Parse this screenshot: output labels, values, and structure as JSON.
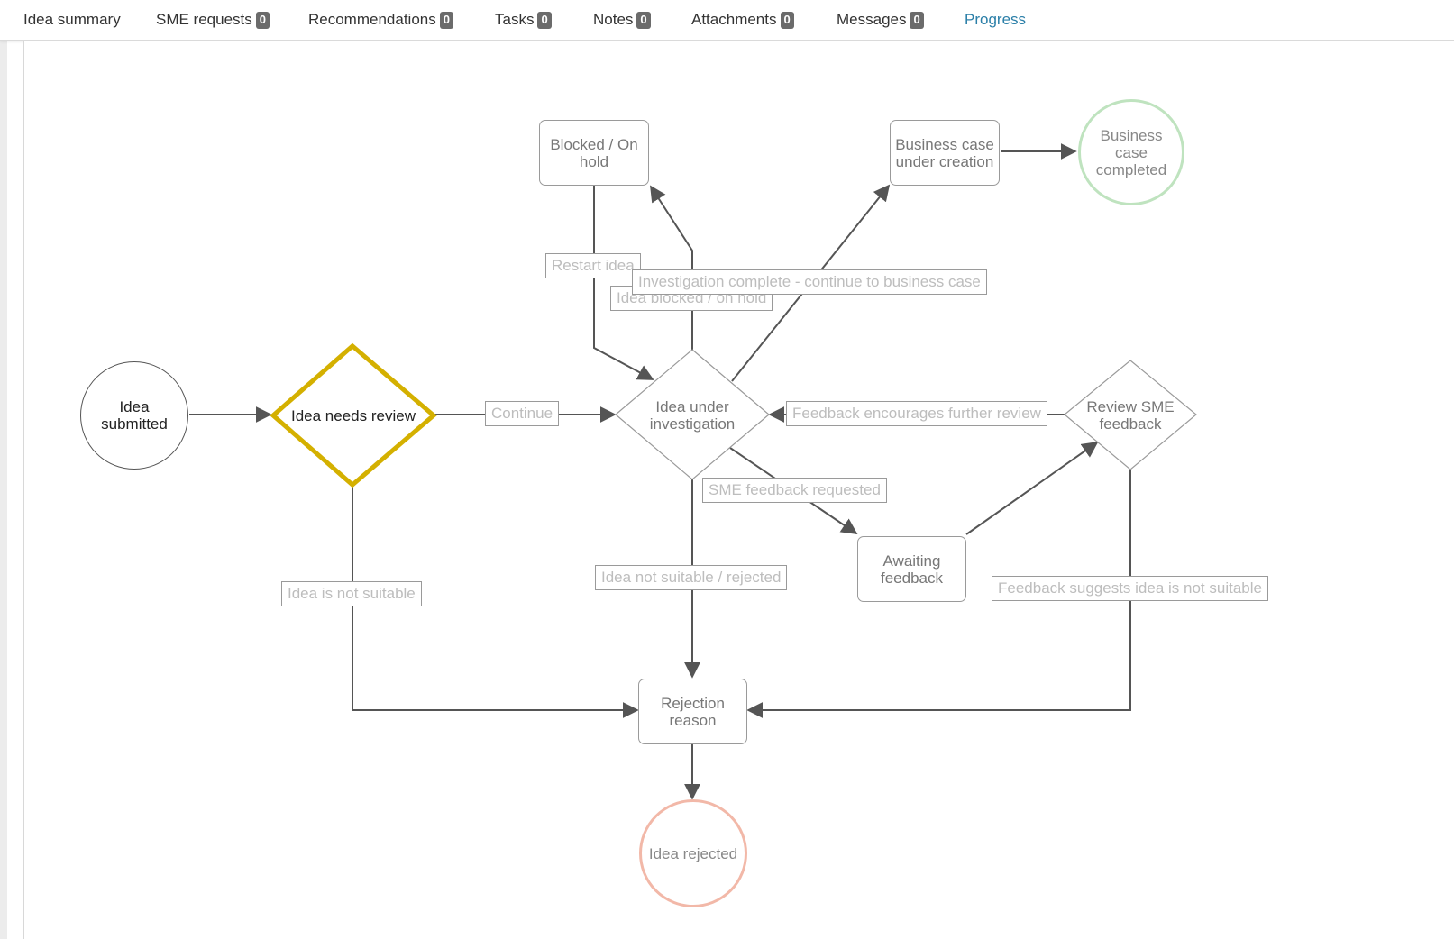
{
  "tabs": [
    {
      "label": "Idea summary"
    },
    {
      "label": "SME requests",
      "count": "0"
    },
    {
      "label": "Recommendations",
      "count": "0"
    },
    {
      "label": "Tasks",
      "count": "0"
    },
    {
      "label": "Notes",
      "count": "0"
    },
    {
      "label": "Attachments",
      "count": "0"
    },
    {
      "label": "Messages",
      "count": "0"
    },
    {
      "label": "Progress"
    }
  ],
  "active_tab": "Progress",
  "colors": {
    "active_tab": "#2b7fa8",
    "current_step": "#d4b000",
    "completed": "#bfe3bf",
    "rejected": "#f2b8a8",
    "edge": "#555555"
  },
  "nodes": {
    "idea_submitted": "Idea submitted",
    "idea_needs_review": "Idea needs review",
    "idea_under_investigation": "Idea under investigation",
    "blocked_on_hold": "Blocked / On hold",
    "business_case_under_creation": "Business case under creation",
    "business_case_completed": "Business case completed",
    "review_sme_feedback": "Review SME feedback",
    "awaiting_feedback": "Awaiting feedback",
    "rejection_reason": "Rejection reason",
    "idea_rejected": "Idea rejected"
  },
  "edges": {
    "continue": "Continue",
    "restart_idea": "Restart idea",
    "idea_blocked": "Idea blocked / on hold",
    "investigation_complete": "Investigation complete - continue to business case",
    "feedback_encourages": "Feedback encourages further review",
    "sme_feedback_requested": "SME feedback requested",
    "idea_not_suitable_rejected": "Idea not suitable / rejected",
    "idea_is_not_suitable": "Idea is not suitable",
    "feedback_suggests_not_suitable": "Feedback suggests idea is not suitable"
  }
}
